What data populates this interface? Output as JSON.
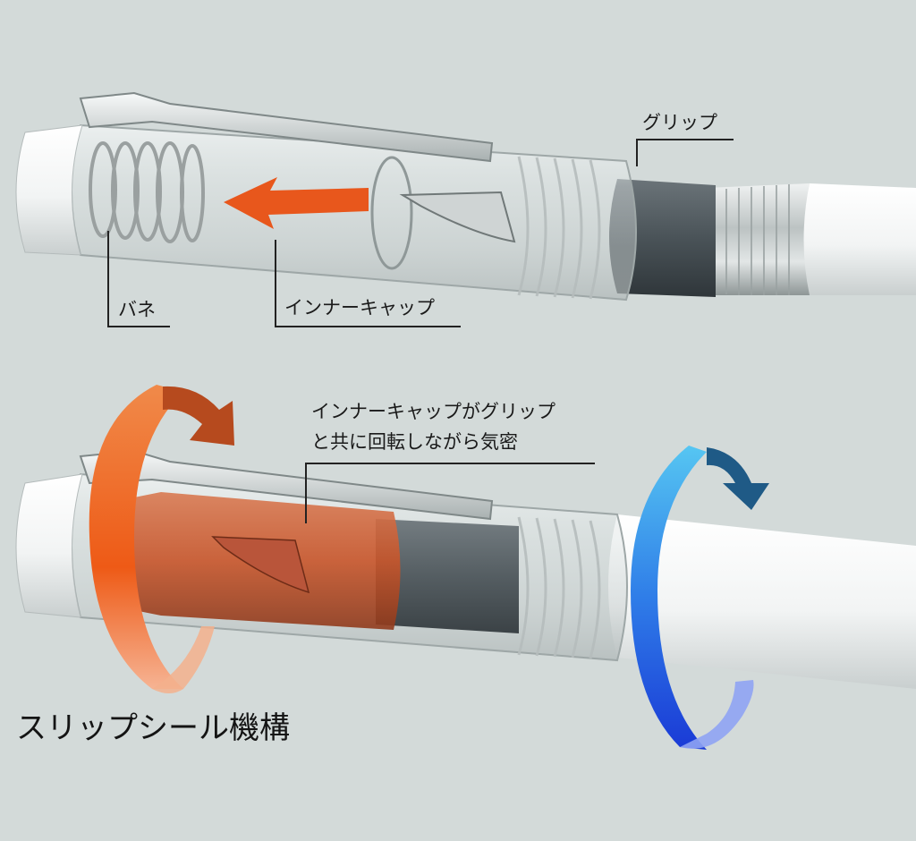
{
  "labels": {
    "grip": "グリップ",
    "spring": "バネ",
    "inner_cap": "インナーキャップ",
    "caption_line1": "インナーキャップがグリップ",
    "caption_line2": "と共に回転しながら気密"
  },
  "title": "スリップシール機構",
  "colors": {
    "background": "#d3dad9",
    "inner_cap_highlight": "#c8552a",
    "arrow_orange": "#e8571c",
    "arrow_blue": "#2f7de8",
    "grip_dark": "#4a5358"
  }
}
